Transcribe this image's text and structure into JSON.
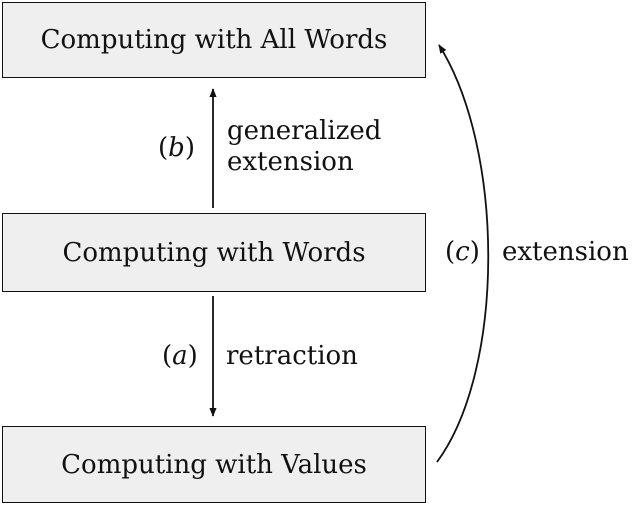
{
  "boxes": {
    "computing_all_words": "Computing with All Words",
    "computing_words": "Computing with Words",
    "computing_values": "Computing with Values"
  },
  "arrows": {
    "a": {
      "open": "(",
      "letter": "a",
      "close": ")",
      "label": "retraction"
    },
    "b": {
      "open": "(",
      "letter": "b",
      "close": ")",
      "label_line1": "generalized",
      "label_line2": "extension"
    },
    "c": {
      "open": "(",
      "letter": "c",
      "close": ")",
      "label": "extension"
    }
  },
  "colors": {
    "box_fill": "#efefef",
    "stroke": "#111111"
  }
}
